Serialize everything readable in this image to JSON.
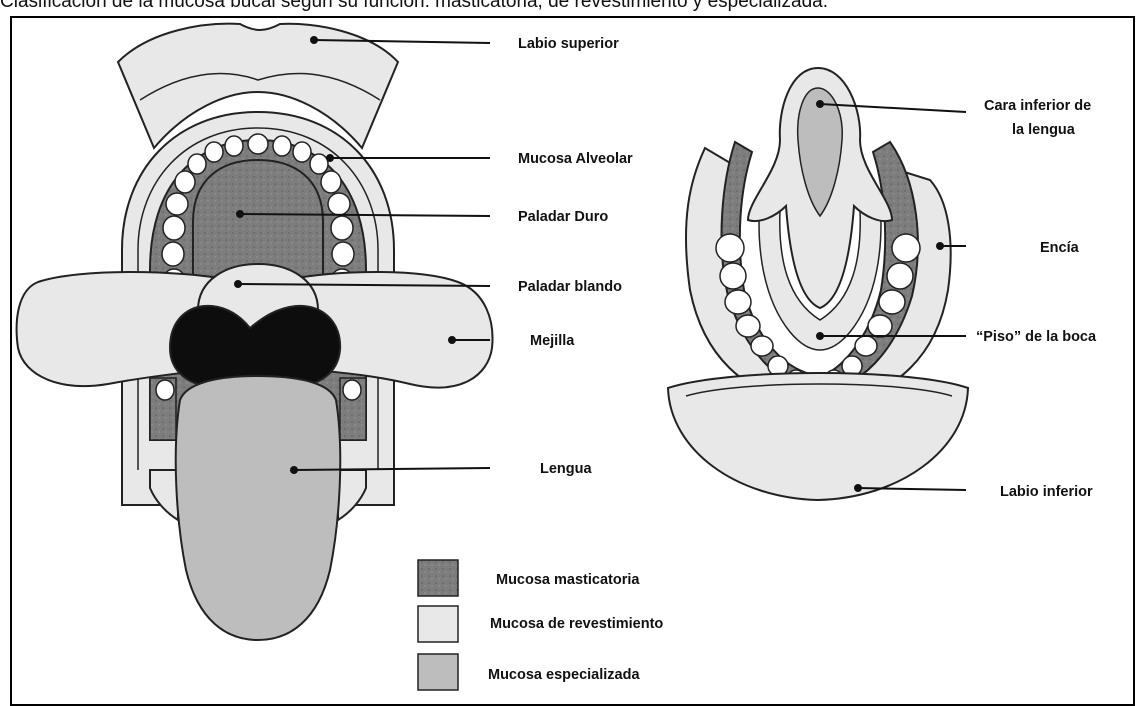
{
  "caption": "Clasificación de la mucosa bucal según su función: masticatoria, de revestimiento y especializada.",
  "colors": {
    "masticatoria": "#7d7d7d",
    "revestimiento": "#e8e8e8",
    "especializada": "#bdbdbd",
    "outline": "#222222",
    "pharynx": "#0d0d0d"
  },
  "labels": {
    "labio_superior": "Labio superior",
    "mucosa_alveolar": "Mucosa Alveolar",
    "paladar_duro": "Paladar Duro",
    "paladar_blando": "Paladar blando",
    "mejilla": "Mejilla",
    "lengua": "Lengua",
    "cara_inferior_1": "Cara inferior de",
    "cara_inferior_2": "la lengua",
    "encia": "Encía",
    "piso_boca": "“Piso” de la boca",
    "labio_inferior": "Labio inferior"
  },
  "legend": [
    {
      "label": "Mucosa masticatoria",
      "swatch": "masticatoria"
    },
    {
      "label": "Mucosa de revestimiento",
      "swatch": "revestimiento"
    },
    {
      "label": "Mucosa especializada",
      "swatch": "especializada"
    }
  ]
}
